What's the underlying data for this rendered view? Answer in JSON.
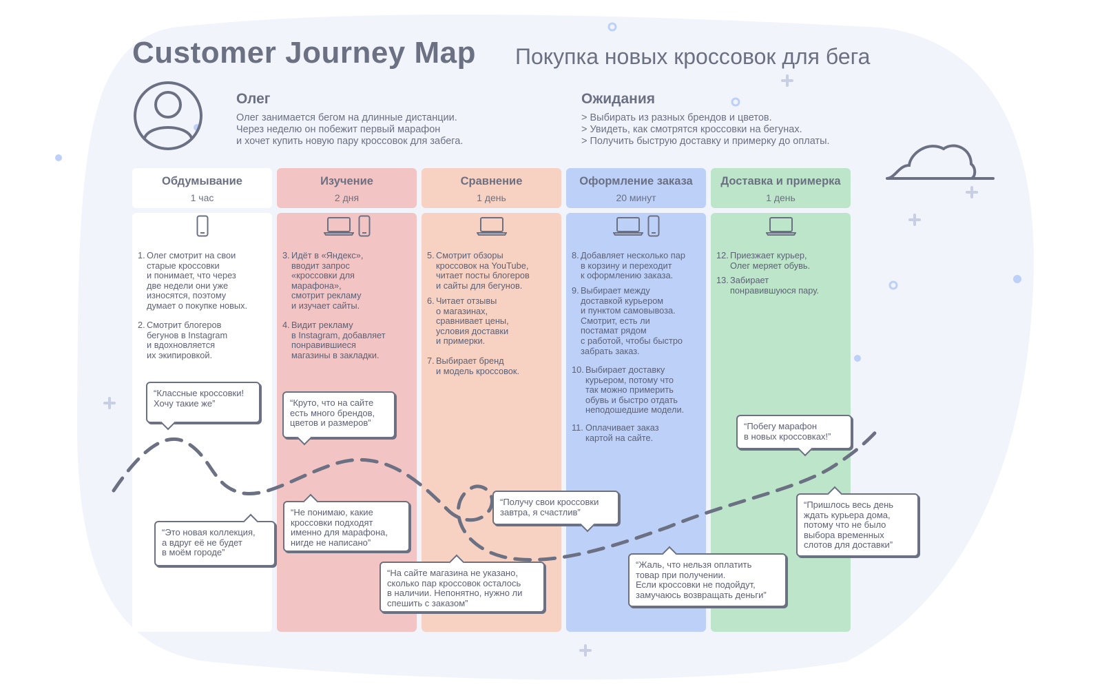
{
  "header": {
    "title": "Customer Journey Map",
    "subtitle": "Покупка новых кроссовок для бега"
  },
  "persona": {
    "name": "Олег",
    "lines": [
      "Олег занимается бегом на длинные дистанции.",
      "Через неделю он побежит первый марафон",
      "и хочет купить новую пару кроссовок для забега."
    ]
  },
  "expectations": {
    "title": "Ожидания",
    "lines": [
      "> Выбирать из разных брендов и цветов.",
      "> Увидеть, как смотрятся кроссовки на бегунах.",
      "> Получить быструю доставку и примерку до оплаты."
    ]
  },
  "colors": {
    "background_blob": "#f2f4fc",
    "stage1": "#ffffff",
    "stage2": "#f3c4c4",
    "stage3": "#f7d1c1",
    "stage4": "#bcd0f8",
    "stage5": "#bde5ca",
    "ink": "#6b7082"
  },
  "stages": [
    {
      "name": "Обдумывание",
      "duration": "1 час",
      "devices": [
        "phone-icon"
      ],
      "steps": [
        {
          "n": "1.",
          "text": "Олег смотрит на свои\nстарые кроссовки\nи понимает, что через\nдве недели они уже\nизносятся, поэтому\nдумает о покупке новых."
        },
        {
          "n": "2.",
          "text": "Смотрит блогеров\nбегунов в Instagram\nи вдохновляется\nих экипировкой."
        }
      ]
    },
    {
      "name": "Изучение",
      "duration": "2 дня",
      "devices": [
        "laptop-icon",
        "phone-icon"
      ],
      "steps": [
        {
          "n": "3.",
          "text": "Идёт в «Яндекс»,\nвводит запрос\n«кроссовки для\nмарафона»,\nсмотрит рекламу\nи изучает сайты."
        },
        {
          "n": "4.",
          "text": "Видит рекламу\nв Instagram, добавляет\nпонравившиеся\nмагазины в закладки."
        }
      ]
    },
    {
      "name": "Сравнение",
      "duration": "1 день",
      "devices": [
        "laptop-icon"
      ],
      "steps": [
        {
          "n": "5.",
          "text": "Смотрит обзоры\nкроссовок на YouTube,\nчитает посты блогеров\nи сайты для бегунов."
        },
        {
          "n": "6.",
          "text": "Читает отзывы\nо магазинах,\nсравнивает цены,\nусловия доставки\nи примерки."
        },
        {
          "n": "7.",
          "text": "Выбирает бренд\nи модель кроссовок."
        }
      ]
    },
    {
      "name": "Оформление заказа",
      "duration": "20 минут",
      "devices": [
        "laptop-icon",
        "phone-icon"
      ],
      "steps": [
        {
          "n": "8.",
          "text": "Добавляет несколько пар\nв корзину и переходит\nк оформлению заказа."
        },
        {
          "n": "9.",
          "text": "Выбирает между\nдоставкой курьером\nи пунктом самовывоза.\nСмотрит, есть ли\nпостамат рядом\nс работой, чтобы быстро\nзабрать заказ."
        },
        {
          "n": "10.",
          "text": "Выбирает доставку\nкурьером, потому что\nтак можно примерить\nобувь и быстро отдать\nнеподошедшие модели."
        },
        {
          "n": "11.",
          "text": "Оплачивает заказ\nкартой на сайте."
        }
      ]
    },
    {
      "name": "Доставка и примерка",
      "duration": "1 день",
      "devices": [
        "laptop-icon"
      ],
      "steps": [
        {
          "n": "12.",
          "text": "Приезжает курьер,\nОлег меряет обувь."
        },
        {
          "n": "13.",
          "text": "Забирает\nпонравившуюся пару."
        }
      ]
    }
  ],
  "quotes": {
    "q1": "“Классные кроссовки!\nХочу такие же”",
    "q2": "“Это новая коллекция,\nа вдруг её не будет\nв моём городе”",
    "q3": "“Круто, что на сайте\nесть много брендов,\nцветов и размеров”",
    "q4": "“Не понимаю, какие\nкроссовки подходят\nименно для марафона,\nнигде не написано”",
    "q5": "“На сайте магазина не указано,\nсколько пар кроссовок осталось\nв наличии. Непонятно, нужно ли\nспешить с заказом”",
    "q6": "“Получу свои кроссовки\nзавтра, я счастлив”",
    "q7": "“Жаль, что нельзя оплатить\nтовар при получении.\nЕсли кроссовки не подойдут,\nзамучаюсь возвращать деньги”",
    "q8": "“Побегу марафон\nв новых кроссовках!”",
    "q9": "“Пришлось весь день\nждать курьера дома,\nпотому что не было\nвыбора временных\nслотов для доставки”"
  }
}
